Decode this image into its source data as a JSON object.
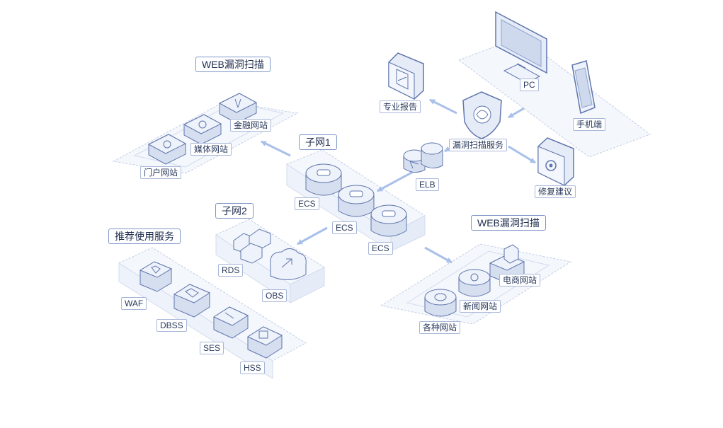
{
  "groups": {
    "web_scan_top": "WEB漏洞扫描",
    "subnet1": "子网1",
    "subnet2": "子网2",
    "recommended": "推荐使用服务",
    "web_scan_bottom": "WEB漏洞扫描"
  },
  "nodes": {
    "pc": "PC",
    "phone": "手机端",
    "report": "专业报告",
    "scan_service": "漏洞扫描服务",
    "repair": "修复建议",
    "elb": "ELB",
    "ecs1": "ECS",
    "ecs2": "ECS",
    "ecs3": "ECS",
    "portal": "门户网站",
    "media": "媒体网站",
    "finance": "金融网站",
    "rds": "RDS",
    "obs": "OBS",
    "waf": "WAF",
    "dbss": "DBSS",
    "ses": "SES",
    "hss": "HSS",
    "various": "各种网站",
    "news": "新闻网站",
    "ecommerce": "电商网站"
  },
  "colors": {
    "line": "#a9b8d9",
    "arrow": "#a8c0ea",
    "panel": "#f4f7fc",
    "device_top": "#eef2fa",
    "device_side": "#d6dff0",
    "stroke": "#5f76ad"
  }
}
